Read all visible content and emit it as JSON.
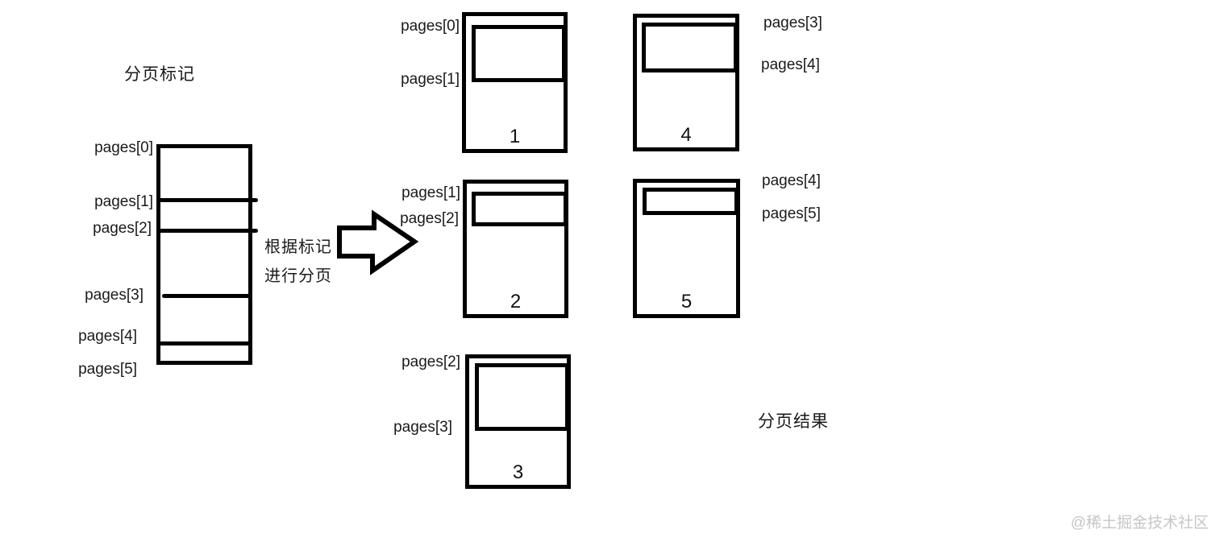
{
  "source": {
    "title": "分页标记",
    "marks": [
      "pages[0]",
      "pages[1]",
      "pages[2]",
      "pages[3]",
      "pages[4]",
      "pages[5]"
    ]
  },
  "process": {
    "line1": "根据标记",
    "line2": "进行分页"
  },
  "result": {
    "title": "分页结果"
  },
  "pages": [
    {
      "number": "1",
      "start_label": "pages[0]",
      "end_label": "pages[1]"
    },
    {
      "number": "2",
      "start_label": "pages[1]",
      "end_label": "pages[2]"
    },
    {
      "number": "3",
      "start_label": "pages[2]",
      "end_label": "pages[3]"
    },
    {
      "number": "4",
      "start_label": "pages[3]",
      "end_label": "pages[4]"
    },
    {
      "number": "5",
      "start_label": "pages[4]",
      "end_label": "pages[5]"
    }
  ],
  "watermark": "@稀土掘金技术社区",
  "colors": {
    "ink": "#000000",
    "text": "#1a1a1a",
    "watermark": "#c6c6c6",
    "background": "#ffffff"
  }
}
